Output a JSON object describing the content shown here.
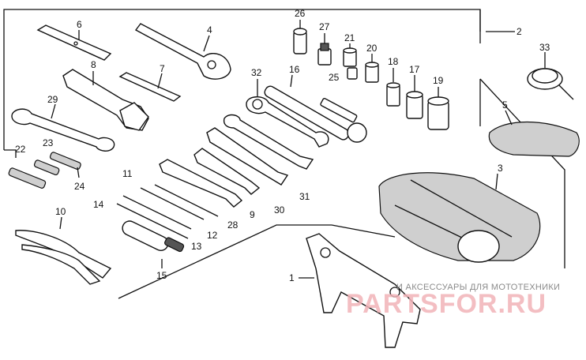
{
  "callouts": [
    {
      "id": "c26",
      "text": "26"
    },
    {
      "id": "c27",
      "text": "27"
    },
    {
      "id": "c21",
      "text": "21"
    },
    {
      "id": "c20",
      "text": "20"
    },
    {
      "id": "c25",
      "text": "25"
    },
    {
      "id": "c18",
      "text": "18"
    },
    {
      "id": "c17",
      "text": "17"
    },
    {
      "id": "c19",
      "text": "19"
    },
    {
      "id": "c6",
      "text": "6"
    },
    {
      "id": "c4",
      "text": "4"
    },
    {
      "id": "c8",
      "text": "8"
    },
    {
      "id": "c7",
      "text": "7"
    },
    {
      "id": "c32",
      "text": "32"
    },
    {
      "id": "c16",
      "text": "16"
    },
    {
      "id": "c29",
      "text": "29"
    },
    {
      "id": "c22",
      "text": "22"
    },
    {
      "id": "c23",
      "text": "23"
    },
    {
      "id": "c24",
      "text": "24"
    },
    {
      "id": "c11",
      "text": "11"
    },
    {
      "id": "c14",
      "text": "14"
    },
    {
      "id": "c10",
      "text": "10"
    },
    {
      "id": "c15",
      "text": "15"
    },
    {
      "id": "c13",
      "text": "13"
    },
    {
      "id": "c12",
      "text": "12"
    },
    {
      "id": "c28",
      "text": "28"
    },
    {
      "id": "c9",
      "text": "9"
    },
    {
      "id": "c30",
      "text": "30"
    },
    {
      "id": "c31",
      "text": "31"
    },
    {
      "id": "c2",
      "text": "2"
    },
    {
      "id": "c33",
      "text": "33"
    },
    {
      "id": "c5",
      "text": "5"
    },
    {
      "id": "c3",
      "text": "3"
    },
    {
      "id": "c1",
      "text": "1"
    }
  ],
  "watermark": {
    "text": "И АКСЕССУАРЫ ДЛЯ МОТОТЕХНИКИ",
    "logo": "PARTSFOR.RU",
    "color": "#f2b3b8"
  }
}
